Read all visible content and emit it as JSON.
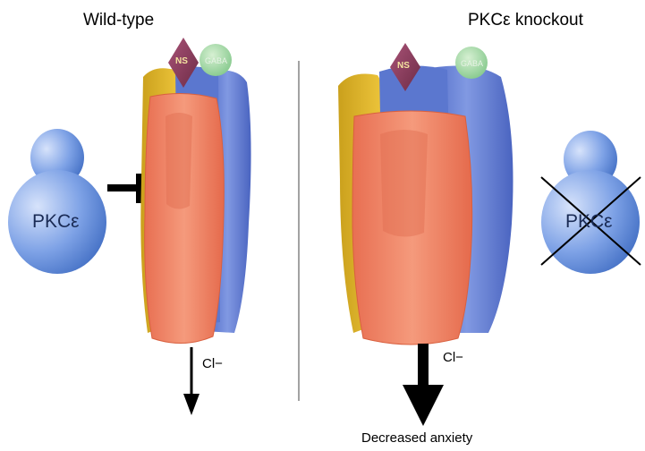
{
  "panels": {
    "wild_type": {
      "title": "Wild-type",
      "kinase_label": "PKCε",
      "ns_label": "NS",
      "gaba_label": "GABA",
      "ion_label": "Cl−"
    },
    "knockout": {
      "title": "PKCε knockout",
      "kinase_label": "PKCε",
      "ns_label": "NS",
      "gaba_label": "GABA",
      "ion_label": "Cl−",
      "outcome": "Decreased anxiety"
    }
  },
  "colors": {
    "subunit_front": "#f08a6a",
    "subunit_back": "#6b86d6",
    "subunit_side": "#e4b52a",
    "ns_diamond": "#8a3d5c",
    "gaba_circle": "#9fd6a3",
    "kinase": "#4f7fd0"
  }
}
